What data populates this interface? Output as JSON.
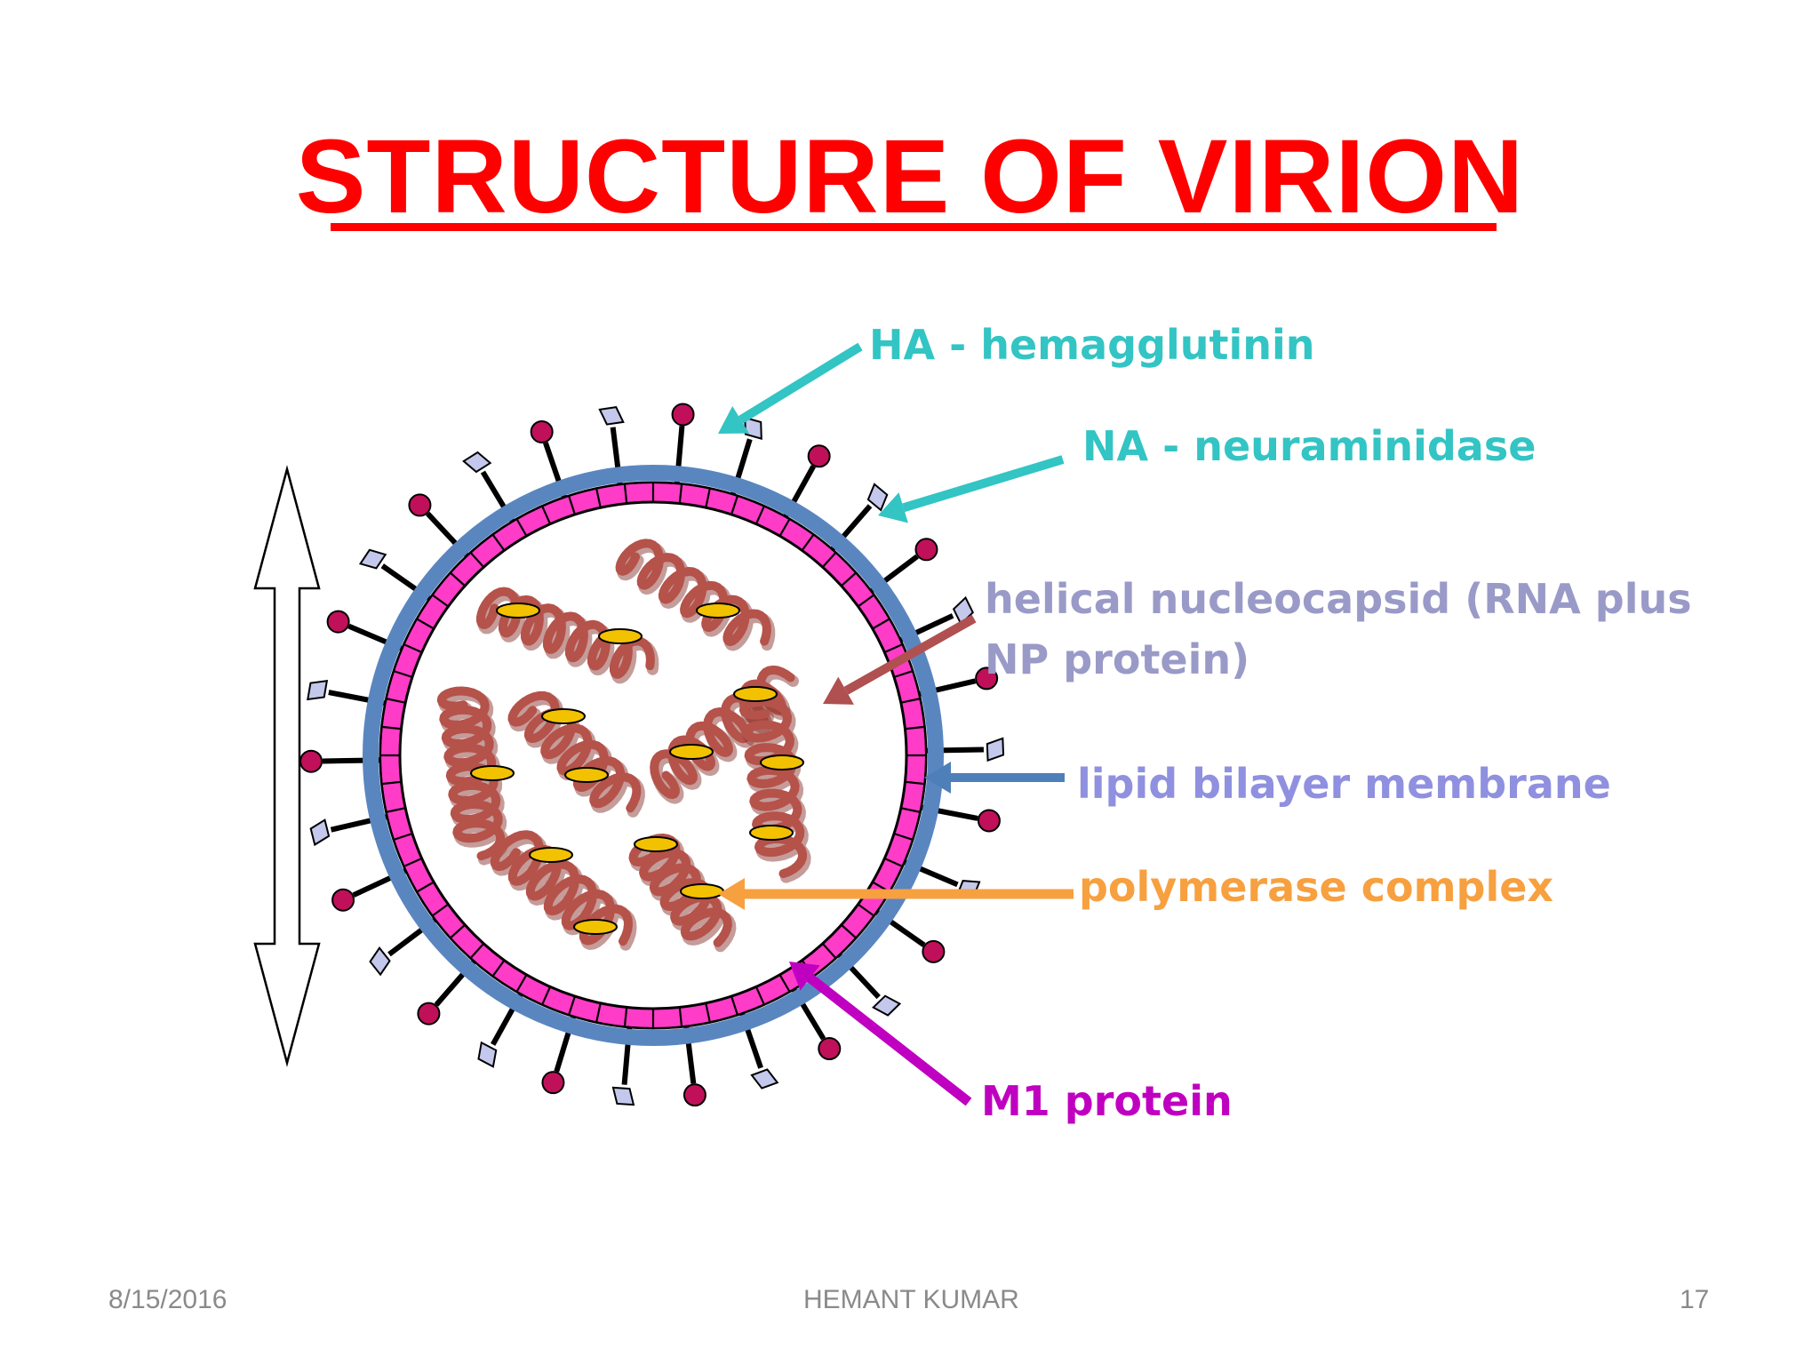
{
  "title": "STRUCTURE OF VIRION",
  "labels": {
    "ha": "HA - hemagglutinin",
    "na": "NA - neuraminidase",
    "nucleocapsid_line1": "helical nucleocapsid (RNA plus",
    "nucleocapsid_line2": "NP protein)",
    "lipid": "lipid bilayer membrane",
    "polymerase": "polymerase complex",
    "m1": "M1 protein"
  },
  "colors": {
    "title": "#ff0000",
    "ha": "#33c4c4",
    "na": "#33c4c4",
    "nucleocapsid_label": "#9a9ac8",
    "nucleocapsid_arrow": "#b05050",
    "lipid_label": "#9090e0",
    "lipid_arrow": "#4f7fb8",
    "polymerase": "#f7a040",
    "m1": "#c000c0",
    "membrane_outer": "#5a86c0",
    "membrane_inner": "#ff3cc8",
    "ha_head": "#c0105a",
    "na_head": "#c4c8ec",
    "rna_helix": "#b5524a",
    "polymerase_body": "#f2c200"
  },
  "footer": {
    "date": "8/15/2016",
    "author": "HEMANT KUMAR",
    "page": "17"
  }
}
